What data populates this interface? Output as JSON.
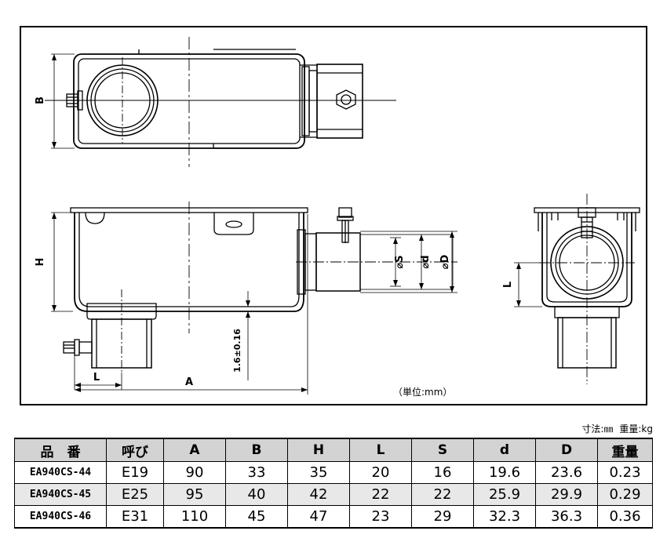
{
  "drawing": {
    "labels": {
      "A": "A",
      "B": "B",
      "H": "H",
      "L_front": "L",
      "L_side": "L",
      "S": "⌀S",
      "d": "⌀d",
      "D": "⌀D",
      "thickness": "1.6±0.16"
    },
    "unit_note": "（単位:mm）"
  },
  "units": {
    "dimension": "寸法:㎜",
    "weight": "重量:kg"
  },
  "table": {
    "headers": [
      "品　番",
      "呼び",
      "A",
      "B",
      "H",
      "L",
      "S",
      "d",
      "D",
      "重量"
    ],
    "rows": [
      [
        "EA940CS-44",
        "E19",
        "90",
        "33",
        "35",
        "20",
        "16",
        "19.6",
        "23.6",
        "0.23"
      ],
      [
        "EA940CS-45",
        "E25",
        "95",
        "40",
        "42",
        "22",
        "22",
        "25.9",
        "29.9",
        "0.29"
      ],
      [
        "EA940CS-46",
        "E31",
        "110",
        "45",
        "47",
        "23",
        "29",
        "32.3",
        "36.3",
        "0.36"
      ]
    ]
  }
}
